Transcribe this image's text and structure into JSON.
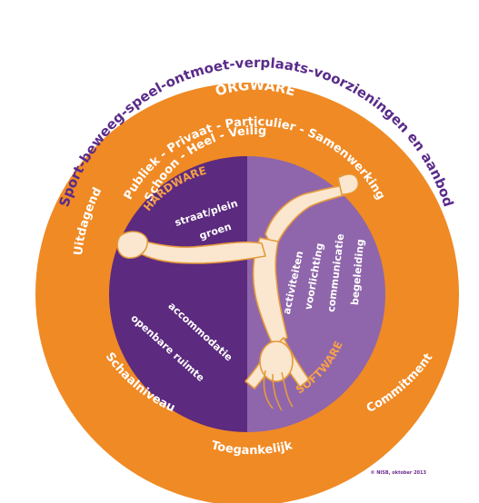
{
  "diagram": {
    "top_title": "Sport-beweeg-speel-ontmoet-verplaats-voorzieningen en aanbod",
    "orgware_title": "ORGWARE",
    "orgware_line1": "Publiek  -  Privaat  -  Particulier  -  Samenwerking",
    "orgware_line2": "Schoon  -  Heel  -  Veilig",
    "left_label": "Uitdagend",
    "bottom_left_label": "Schaalniveau",
    "bottom_label": "Toegankelijk",
    "bottom_right_label": "Commitment",
    "hardware_title": "HARDWARE",
    "hardware_item1": "straat/plein",
    "hardware_item2": "groen",
    "hardware_item3": "accommodatie",
    "hardware_item4": "openbare ruimte",
    "software_title": "SOFTWARE",
    "software_item1": "activiteiten",
    "software_item2": "voorlichting",
    "software_item3": "communicatie",
    "software_item4": "begeleiding",
    "credit": "© NISB, oktober 2013"
  },
  "colors": {
    "outer_ring": "#f08a24",
    "hardware": "#5c2a7e",
    "software": "#8f66ab",
    "title_text": "#5a2b8a",
    "ring_text": "#ffffff",
    "section_title": "#f5a04a",
    "figure_skin": "#fbe7cf",
    "figure_outline": "#e59a3c"
  }
}
